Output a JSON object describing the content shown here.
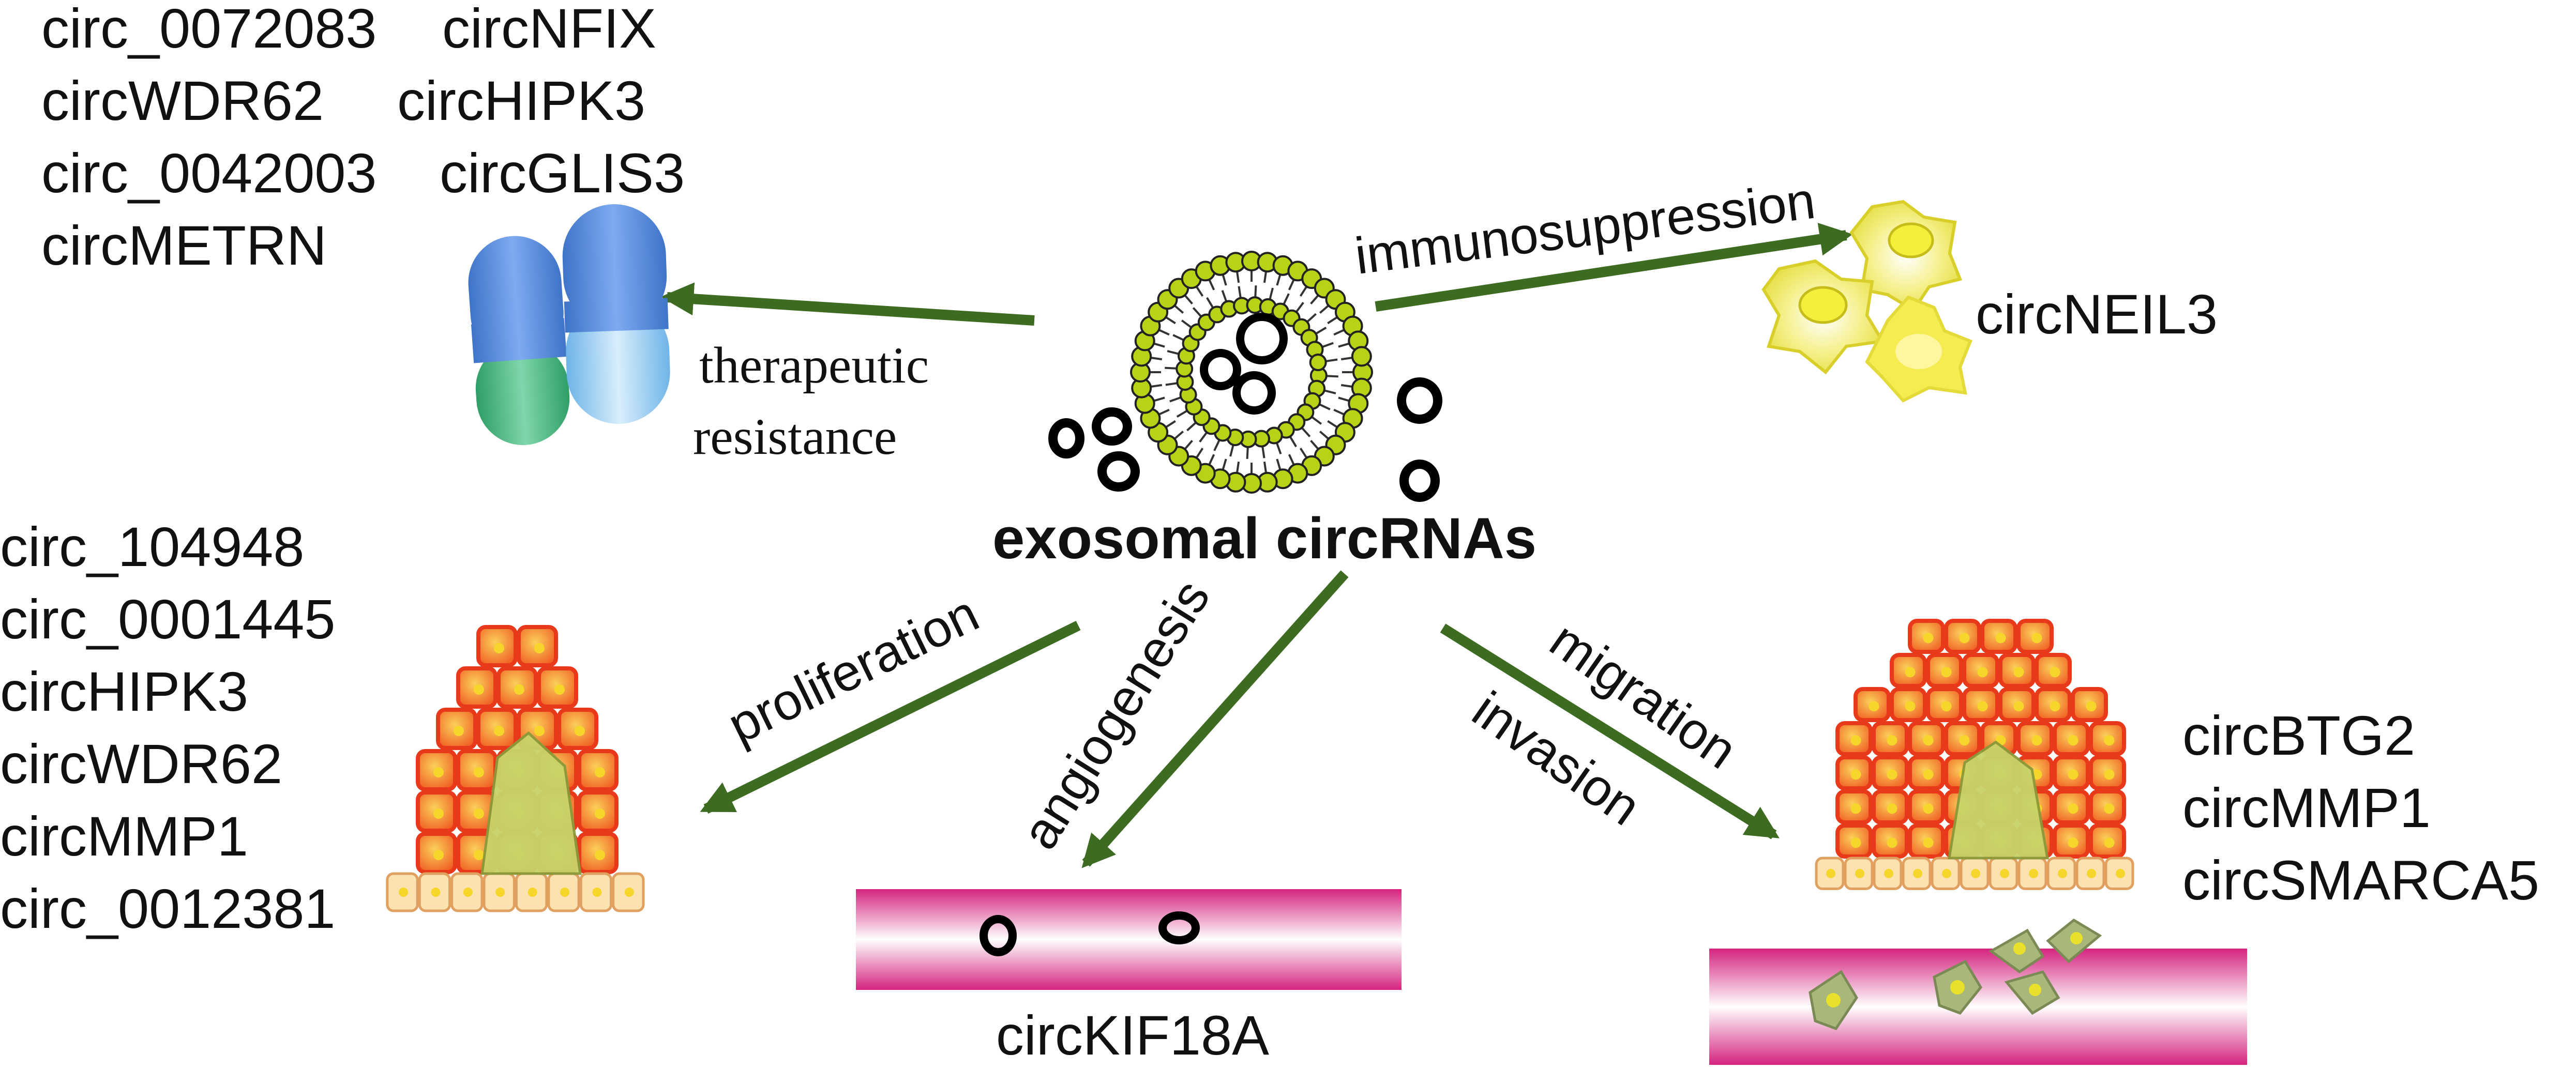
{
  "center": {
    "title": "exosomal circRNAs"
  },
  "therapeutic_resistance": {
    "label_line1": "therapeutic",
    "label_line2": "resistance",
    "circrnas": [
      "circ_0072083",
      "circNFIX",
      "circWDR62",
      "circHIPK3",
      "circ_0042003",
      "circGLIS3",
      "circMETRN"
    ]
  },
  "immunosuppression": {
    "label": "immunosuppression",
    "circrnas": [
      "circNEIL3"
    ]
  },
  "proliferation": {
    "label": "proliferation",
    "circrnas": [
      "circ_104948",
      "circ_0001445",
      "circHIPK3",
      "circWDR62",
      "circMMP1",
      "circ_0012381"
    ]
  },
  "angiogenesis": {
    "label": "angiogenesis",
    "circrnas": [
      "circKIF18A"
    ]
  },
  "migration_invasion": {
    "label_line1": "migration",
    "label_line2": "invasion",
    "circrnas": [
      "circBTG2",
      "circMMP1",
      "circSMARCA5"
    ]
  },
  "colors": {
    "arrow": "#3d6b22",
    "vesicle_bead": "#b8d216",
    "capsule_blue": "#4e86d8",
    "capsule_green": "#3db07a",
    "capsule_light": "#8fc6ee",
    "tumor_red": "#e83a1a",
    "tumor_yellow": "#f6d62a",
    "vessel_magenta": "#d4247e",
    "immune_yellow": "#f2ee6a"
  }
}
